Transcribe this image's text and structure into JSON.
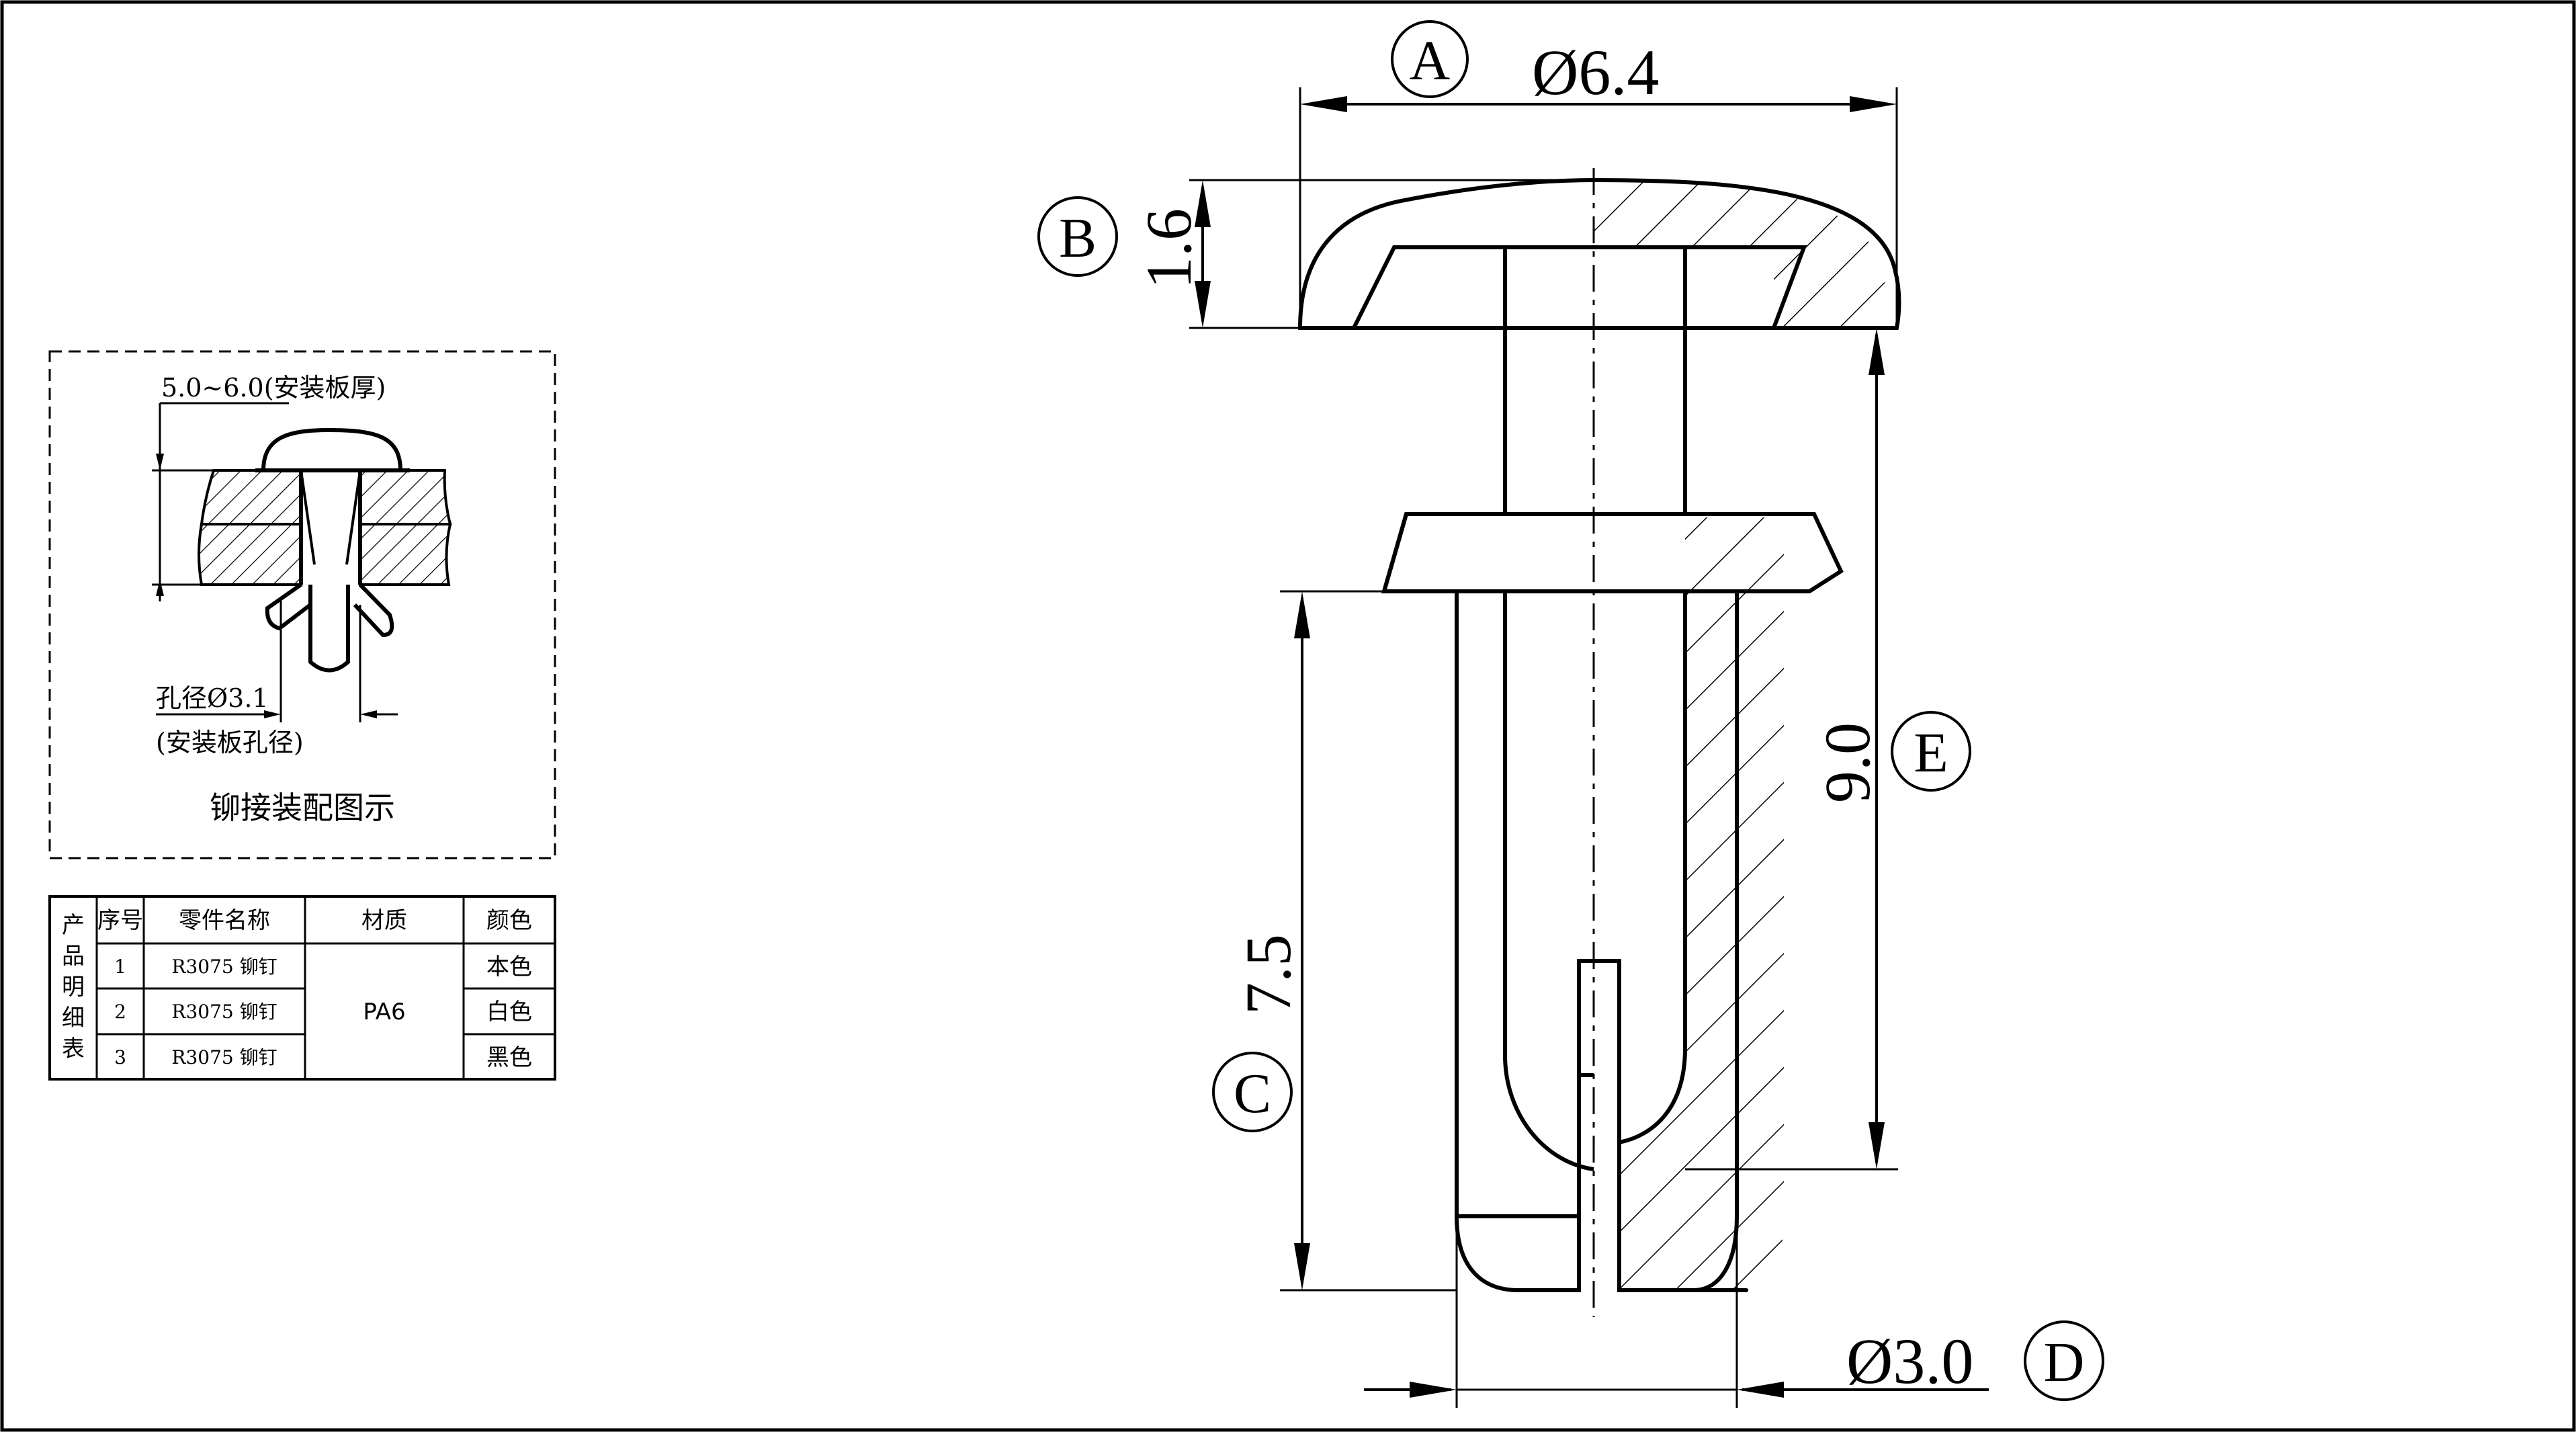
{
  "dimensions": {
    "head_diameter": "Ø6.4",
    "head_height": "1.6",
    "shank_length": "7.5",
    "leg_diameter": "Ø3.0",
    "total_length": "9.0"
  },
  "callouts": {
    "a": "A",
    "b": "B",
    "c": "C",
    "d": "D",
    "e": "E"
  },
  "assembly": {
    "panel_thickness": "5.0~6.0(安装板厚)",
    "hole_label": "孔径Ø3.1",
    "hole_note": "(安装板孔径)",
    "caption": "铆接装配图示"
  },
  "parts_table": {
    "side_label": [
      "产",
      "品",
      "明",
      "细",
      "表"
    ],
    "headers": [
      "序号",
      "零件名称",
      "材质",
      "颜色"
    ],
    "material": "PA6",
    "rows": [
      {
        "no": "1",
        "name": "R3075 铆钉",
        "color": "本色"
      },
      {
        "no": "2",
        "name": "R3075 铆钉",
        "color": "白色"
      },
      {
        "no": "3",
        "name": "R3075 铆钉",
        "color": "黑色"
      }
    ]
  }
}
